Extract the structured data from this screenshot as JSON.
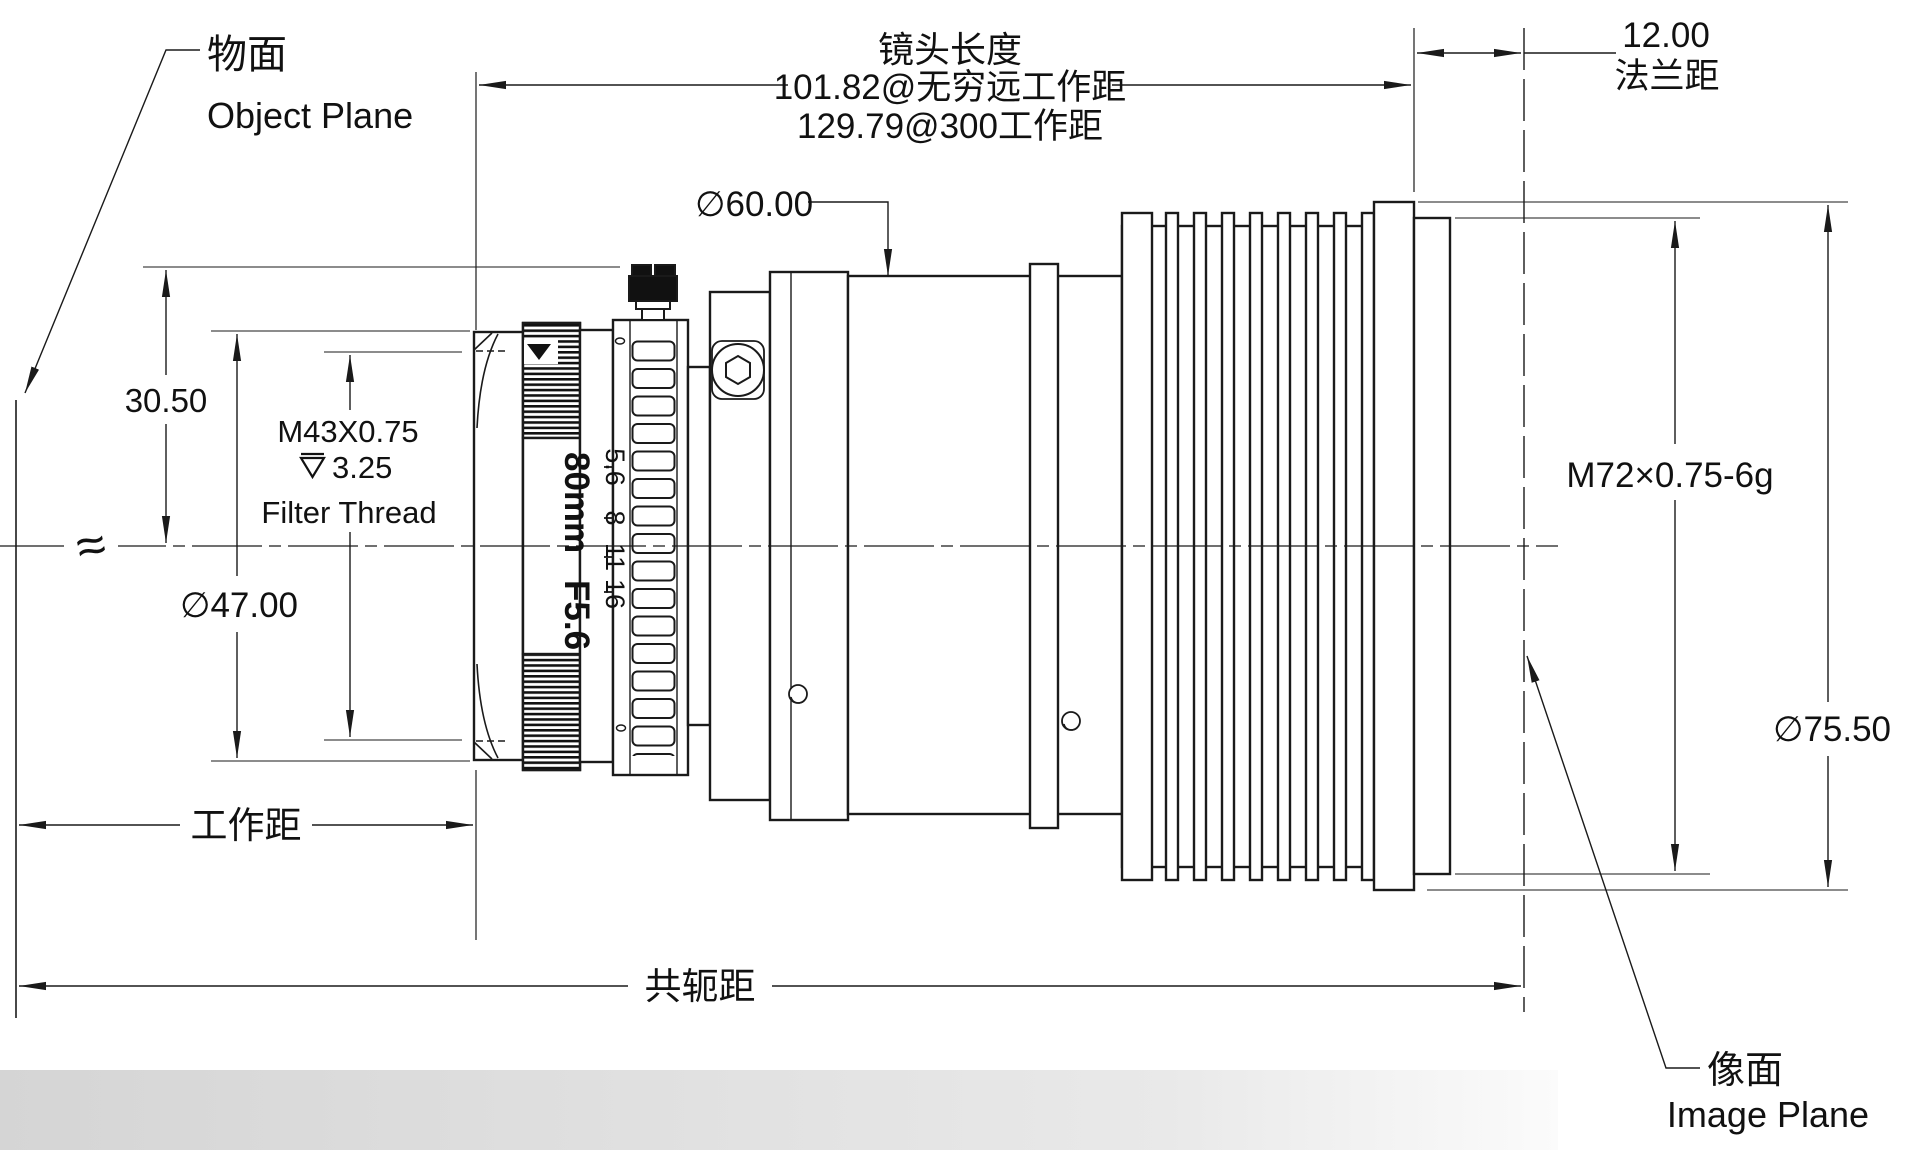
{
  "colors": {
    "line": "#1a1a1a",
    "background": "#ffffff",
    "footer_band": "#d9d9d9"
  },
  "annotations": {
    "object_plane": {
      "cn": "物面",
      "en": "Object Plane"
    },
    "lens_length": {
      "label": "镜头长度",
      "at_infinity": "101.82@无穷远工作距",
      "at_300": "129.79@300工作距"
    },
    "flange_distance": {
      "value": "12.00",
      "label": "法兰距"
    },
    "height_above_axis": "30.50",
    "filter_thread": {
      "spec": "M43X0.75",
      "depth": "3.25",
      "label": "Filter Thread"
    },
    "front_diameter": "∅47.00",
    "barrel_diameter": "∅60.00",
    "lens_marking": {
      "focal": "80mm",
      "aperture": "F5.6"
    },
    "aperture_scale": [
      "5.6",
      "8",
      "11",
      "16"
    ],
    "mount_thread": "M72×0.75-6g",
    "mount_diameter": "∅75.50",
    "working_distance": "工作距",
    "conjugate_distance": "共轭距",
    "image_plane": {
      "cn": "像面",
      "en": "Image Plane"
    }
  }
}
